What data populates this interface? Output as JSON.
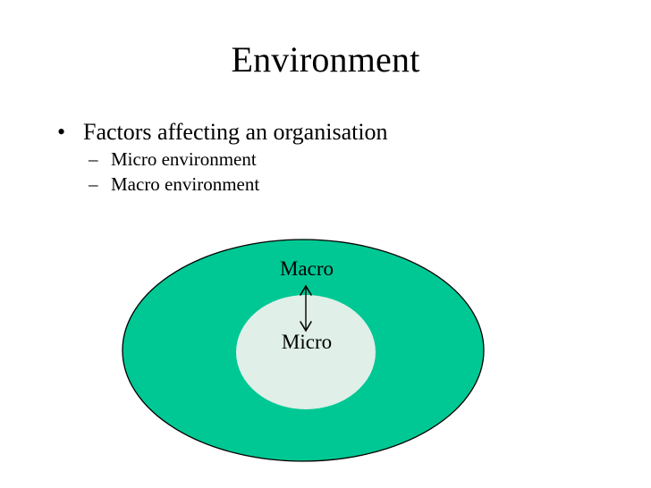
{
  "slide": {
    "title": "Environment",
    "background_color": "#FFFFFF",
    "text_color": "#000000"
  },
  "content": {
    "bullets": [
      {
        "level": 1,
        "marker": "•",
        "text": "Factors affecting an organisation"
      },
      {
        "level": 2,
        "marker": "–",
        "text": "Micro environment"
      },
      {
        "level": 2,
        "marker": "–",
        "text": "Macro environment"
      }
    ]
  },
  "diagram": {
    "type": "nested-ellipse",
    "outer": {
      "label": "Macro",
      "fill": "#00C894",
      "stroke": "#000000"
    },
    "inner": {
      "label": "Micro",
      "fill": "#E0EFE8",
      "stroke": "none"
    },
    "connector": {
      "name": "double-headed-arrow",
      "direction": "vertical",
      "color": "#000000"
    }
  }
}
